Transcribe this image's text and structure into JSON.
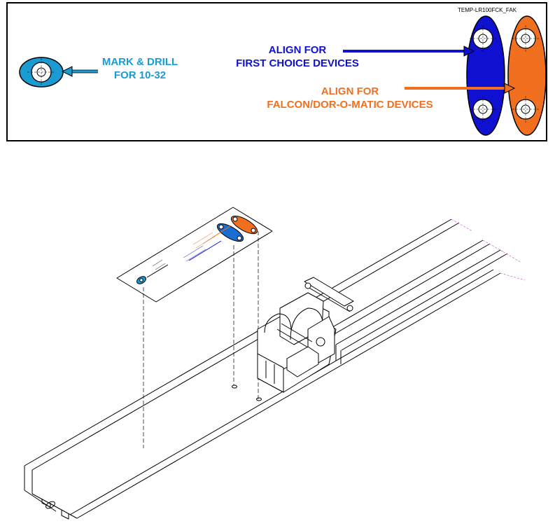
{
  "template": {
    "code": "TEMP-LR100FCK_FAK",
    "mark_drill": {
      "line1": "MARK & DRILL",
      "line2": "FOR 10-32"
    },
    "first_choice": {
      "line1": "ALIGN FOR",
      "line2": "FIRST CHOICE DEVICES"
    },
    "falcon": {
      "line1": "ALIGN FOR",
      "line2": "FALCON/DOR-O-MATIC DEVICES"
    }
  },
  "colors": {
    "mark_drill": "#1a9bd1",
    "first_choice": "#1010d0",
    "falcon": "#f07020",
    "outline": "#000000"
  }
}
